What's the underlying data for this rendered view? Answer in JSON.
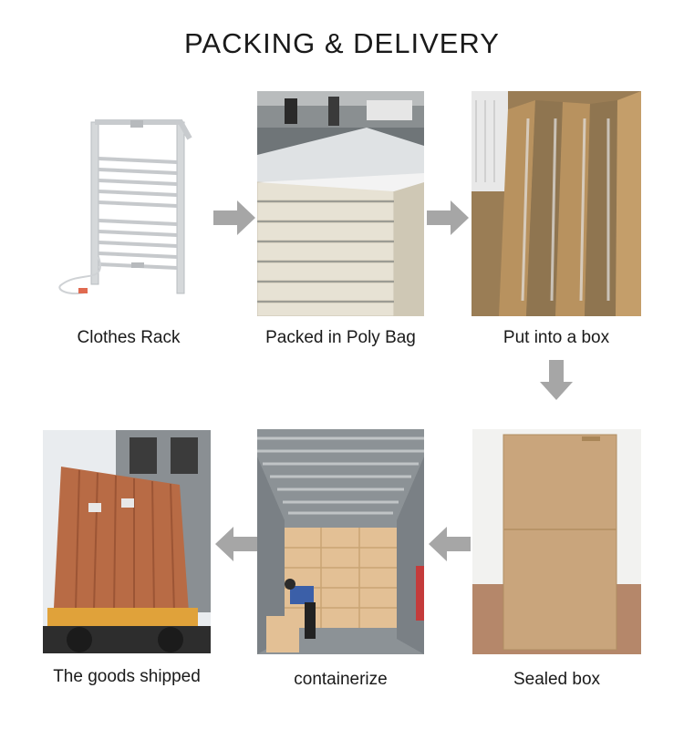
{
  "title": "PACKING & DELIVERY",
  "steps": [
    {
      "caption": "Clothes Rack"
    },
    {
      "caption": "Packed in Poly Bag"
    },
    {
      "caption": "Put into a box"
    },
    {
      "caption": "Sealed box"
    },
    {
      "caption": "containerize"
    },
    {
      "caption": "The goods shipped"
    }
  ],
  "colors": {
    "arrow": "#a6a6a6",
    "container": "#b86b45",
    "cardboard": "#c9a57c"
  },
  "icons": {
    "flow_arrow": "gray-block-arrow-icon"
  }
}
